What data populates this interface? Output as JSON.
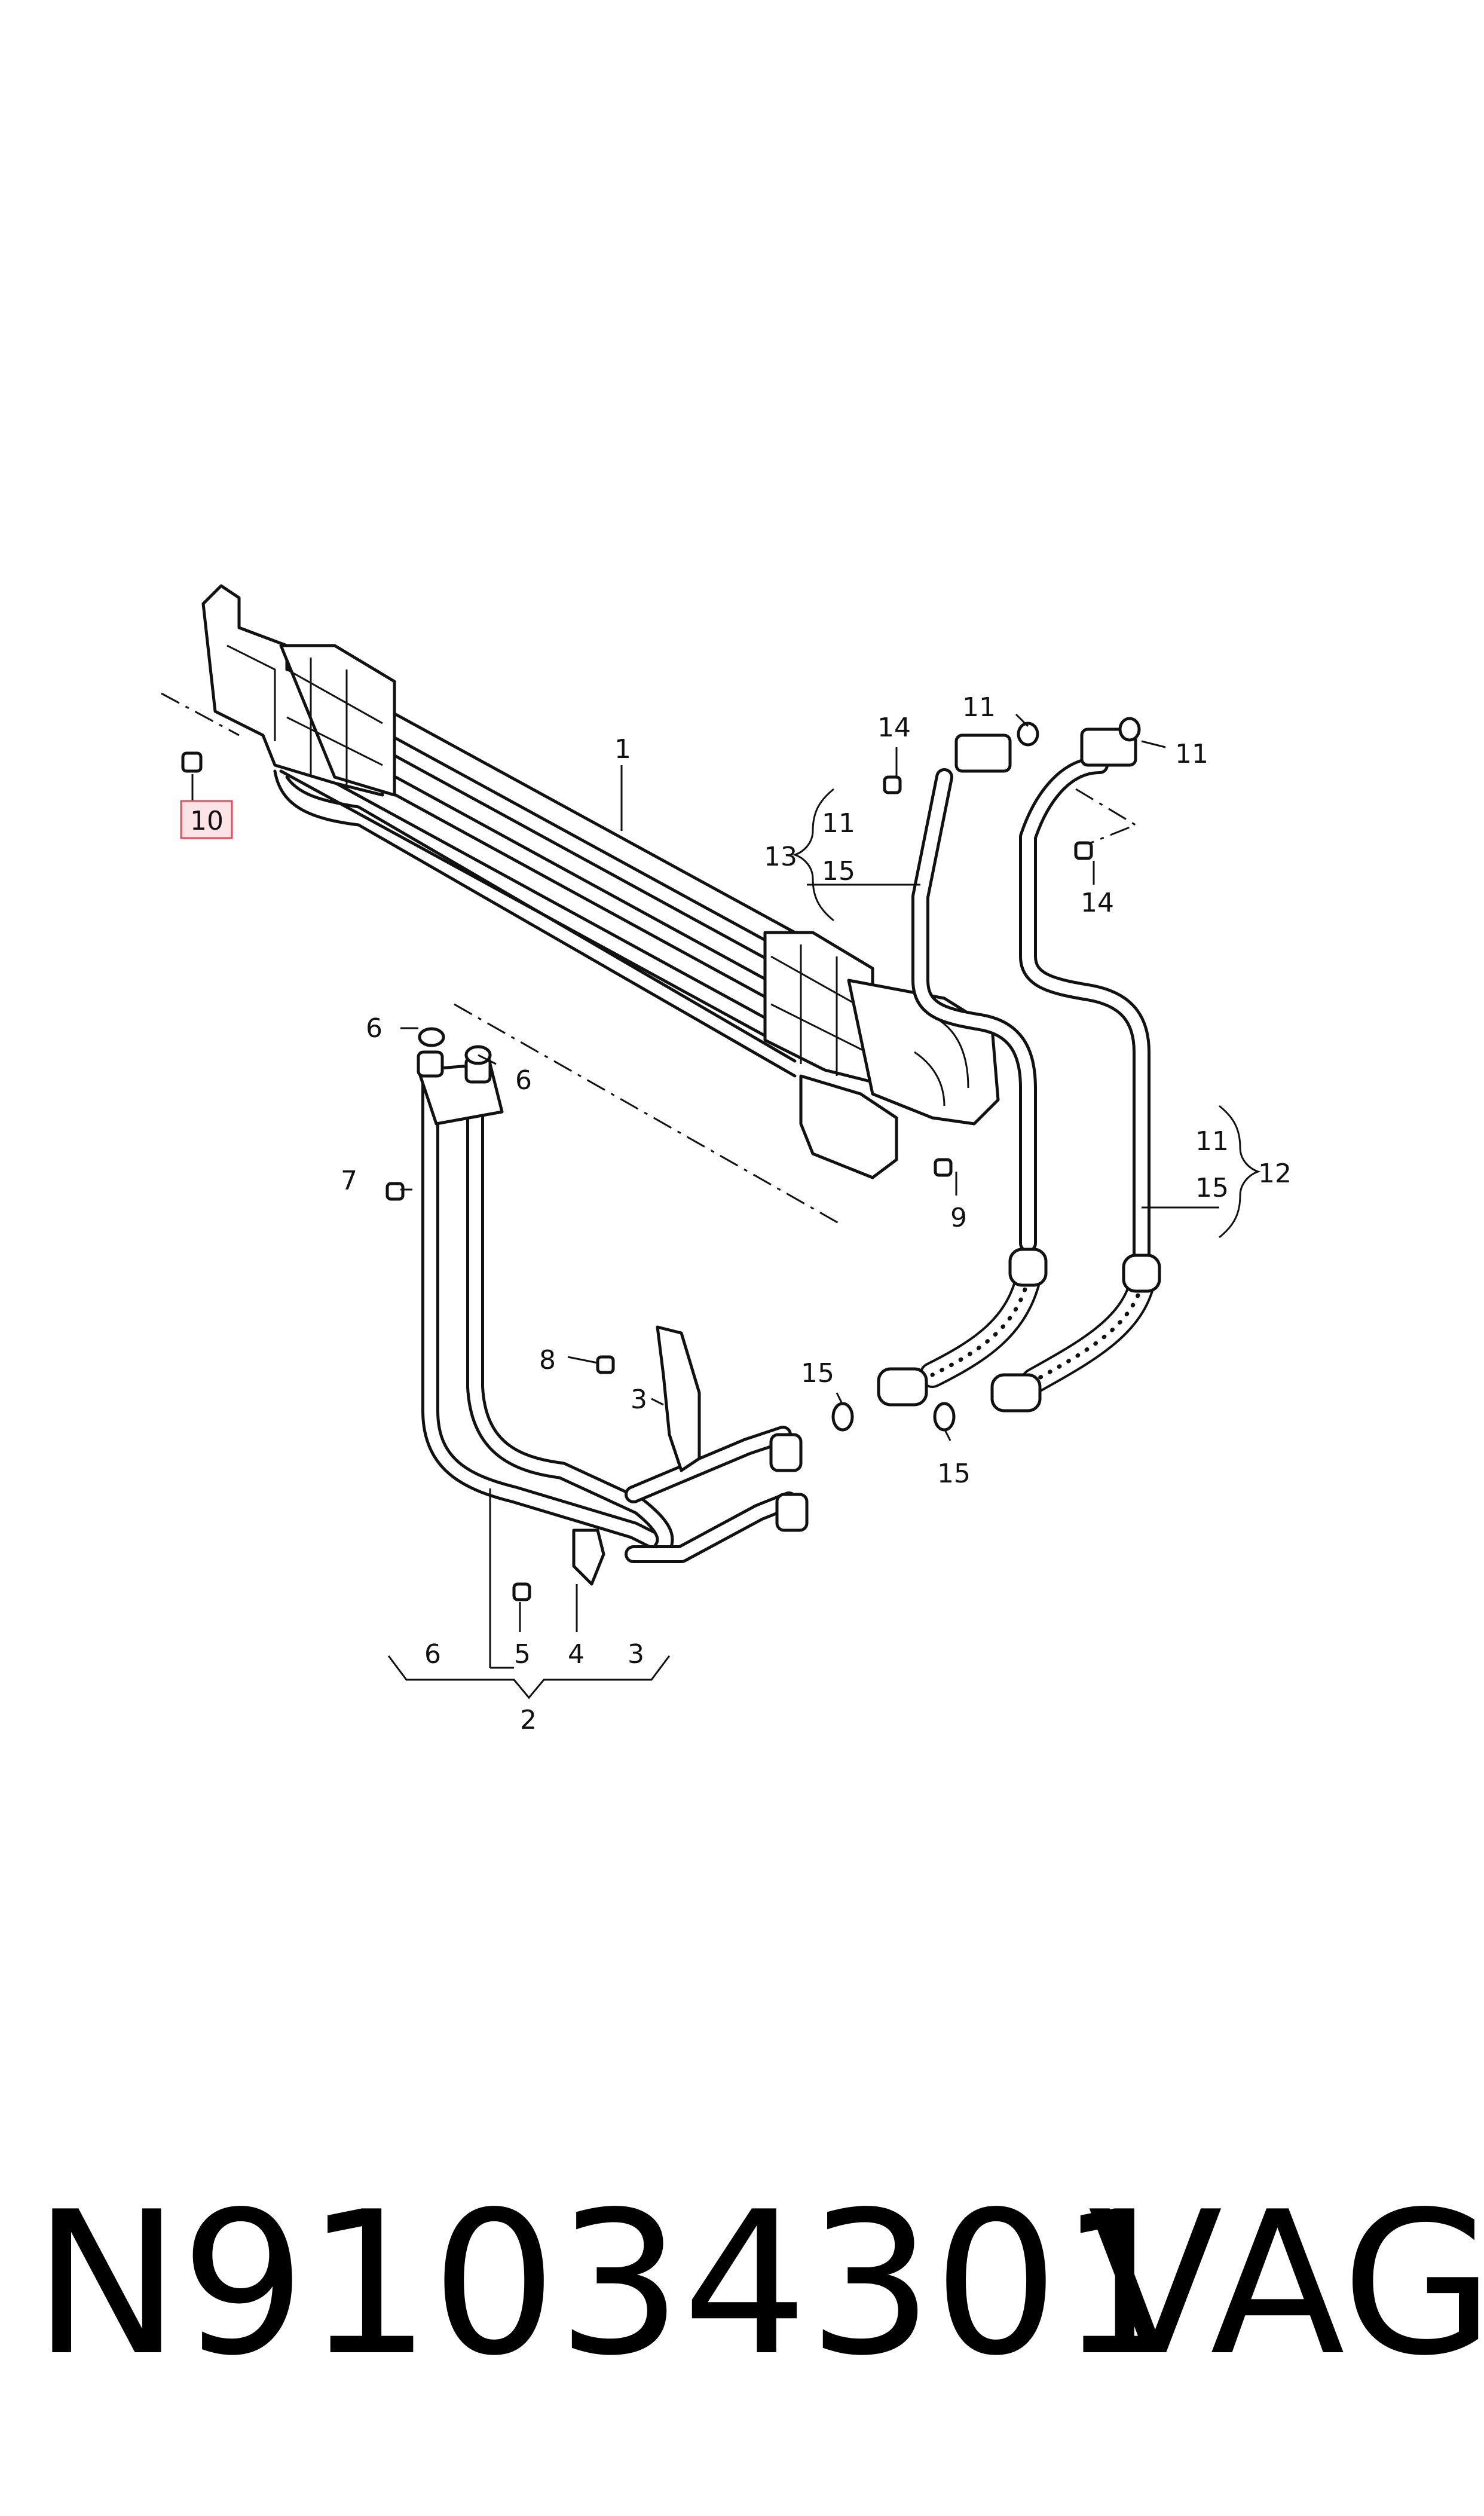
{
  "callouts": {
    "c1": "1",
    "c2": "2",
    "c3_upper": "3",
    "c3_lower": "3",
    "c4": "4",
    "c5": "5",
    "c6_left": "6",
    "c6_right": "6",
    "c6_lower": "6",
    "c7": "7",
    "c8": "8",
    "c9": "9",
    "c10": "10",
    "c11_top": "11",
    "c11_right": "11",
    "c11_group13": "11",
    "c11_group12": "11",
    "c12": "12",
    "c13": "13",
    "c14_top": "14",
    "c14_right": "14",
    "c15_group13": "15",
    "c15_group12": "15",
    "c15_upper": "15",
    "c15_lower": "15"
  },
  "highlight": {
    "callout": "10",
    "color": "#e0505a",
    "fill": "#fde4e6"
  },
  "footer": {
    "part_number": "N91034301",
    "brand": "VAG"
  }
}
